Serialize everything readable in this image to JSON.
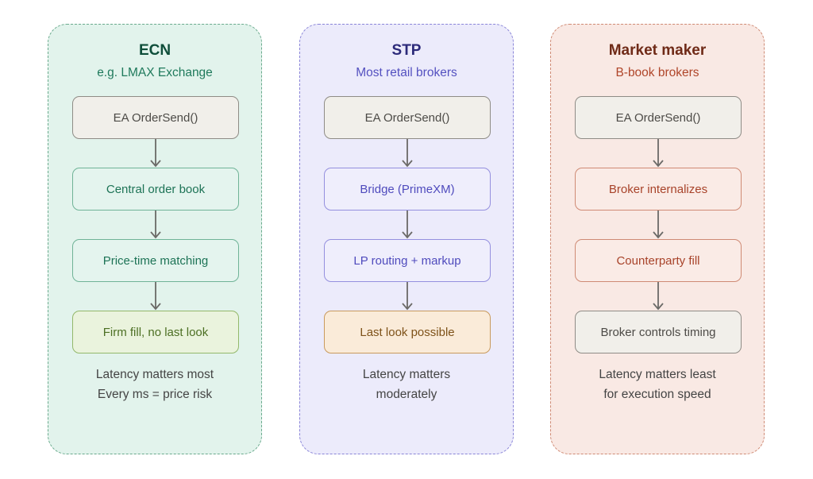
{
  "columns": [
    {
      "id": "ecn",
      "title": "ECN",
      "subtitle": "e.g. LMAX Exchange",
      "colors": {
        "bg": "#e2f3ec",
        "border": "#6aaa8d",
        "title": "#0f4e3a",
        "subtitle": "#1f7a5c"
      },
      "steps": [
        {
          "label": "EA OrderSend()",
          "style": "neutral"
        },
        {
          "label": "Central order book",
          "style": "accent"
        },
        {
          "label": "Price-time matching",
          "style": "accent"
        },
        {
          "label": "Firm fill, no last look",
          "style": "outcome-good"
        }
      ],
      "note": [
        "Latency matters most",
        "Every ms = price risk"
      ]
    },
    {
      "id": "stp",
      "title": "STP",
      "subtitle": "Most retail brokers",
      "colors": {
        "bg": "#ecebfb",
        "border": "#8a85d8",
        "title": "#2c2a7a",
        "subtitle": "#5451c0"
      },
      "steps": [
        {
          "label": "EA OrderSend()",
          "style": "neutral"
        },
        {
          "label": "Bridge (PrimeXM)",
          "style": "accent"
        },
        {
          "label": "LP routing + markup",
          "style": "accent"
        },
        {
          "label": "Last look possible",
          "style": "outcome-warn"
        }
      ],
      "note": [
        "Latency matters",
        "moderately"
      ]
    },
    {
      "id": "market-maker",
      "title": "Market maker",
      "subtitle": "B-book brokers",
      "colors": {
        "bg": "#f9e9e4",
        "border": "#cf8a74",
        "title": "#6f2a17",
        "subtitle": "#b0462a"
      },
      "steps": [
        {
          "label": "EA OrderSend()",
          "style": "neutral"
        },
        {
          "label": "Broker internalizes",
          "style": "accent"
        },
        {
          "label": "Counterparty fill",
          "style": "accent"
        },
        {
          "label": "Broker controls timing",
          "style": "neutral"
        }
      ],
      "note": [
        "Latency matters least",
        "for execution speed"
      ]
    }
  ],
  "node_colors": {
    "ecn_accent": {
      "bg": "#e4f4ee",
      "border": "#6fb397",
      "text": "#1d7356"
    },
    "ecn_good": {
      "bg": "#eaf3dd",
      "border": "#93b86a",
      "text": "#4c6f23"
    },
    "stp_accent": {
      "bg": "#efeefc",
      "border": "#948fde",
      "text": "#4f4bbd"
    },
    "stp_warn": {
      "bg": "#faebd9",
      "border": "#c99a5d",
      "text": "#7e5219"
    },
    "mm_accent": {
      "bg": "#faebe6",
      "border": "#cf8a74",
      "text": "#a8432a"
    },
    "arrow": "#6b6a67"
  }
}
